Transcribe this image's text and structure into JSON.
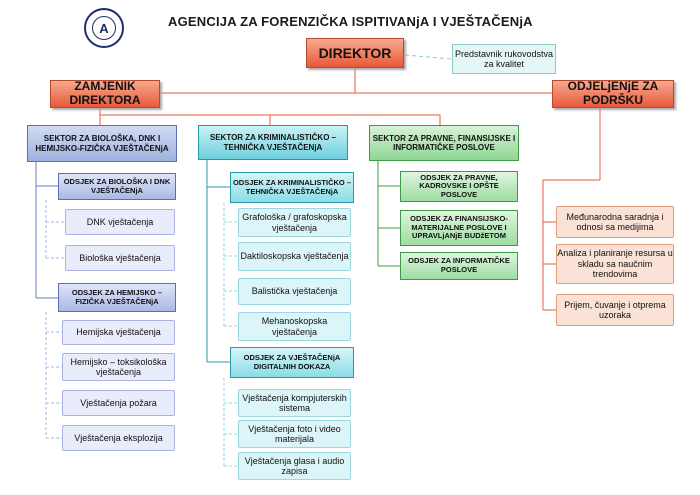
{
  "header": {
    "title": "AGENCIJA ZA FORENZIČKA ISPITIVANjA I VJEŠTAČENjA",
    "logo_glyph": "A",
    "logo_icon": "agency-seal-icon"
  },
  "top": {
    "director": "DIREKTOR",
    "quality_rep": "Predstavnik rukovodstva za kvalitet",
    "deputy": "ZAMJENIK DIREKTORA",
    "support_dept": "ODJELjENjE ZA PODRŠKU"
  },
  "sectors": {
    "bio": {
      "title": "SEKTOR ZA BIOLOŠKA, DNK I HEMIJSKO-FIZIČKA VJEŠTAČENjA",
      "dept1": "ODSJEK ZA BIOLOŠKA I DNK VJEŠTAČENjA",
      "dept1_items": [
        "DNK vještačenja",
        "Biološka vještačenja"
      ],
      "dept2": "ODSJEK ZA HEMIJSKO – FIZIČKA VJEŠTAČENjA",
      "dept2_items": [
        "Hemijska vještačenja",
        "Hemijsko – toksikološka vještačenja",
        "Vještačenja požara",
        "Vještačenja eksplozija"
      ]
    },
    "krim": {
      "title": "SEKTOR ZA KRIMINALISTIČKO –TEHNIČKA VJEŠTAČENjA",
      "dept1": "ODSJEK ZA KRIMINALISTIČKO –TEHNIČKA VJEŠTAČENjA",
      "dept1_items": [
        "Grafološka / grafoskopska vještačenja",
        "Daktiloskopska vještačenja",
        "Balistička vještačenja",
        "Mehanoskopska vještačenja"
      ],
      "dept2": "ODSJEK ZA VJEŠTAČENjA DIGITALNIH DOKAZA",
      "dept2_items": [
        "Vještačenja kompjuterskih sistema",
        "Vještačenja foto i video materijala",
        "Vještačenja glasa i audio zapisa"
      ]
    },
    "legal": {
      "title": "SEKTOR ZA PRAVNE, FINANSIJSKE I INFORMATIČKE POSLOVE",
      "depts": [
        "ODSJEK ZA PRAVNE, KADROVSKE I OPŠTE POSLOVE",
        "ODSJEK ZA FINANSIJSKO-MATERIJALNE POSLOVE I UPRAVLjANjE BUDžETOM",
        "ODSJEK ZA INFORMATIČKE POSLOVE"
      ]
    }
  },
  "support_items": [
    "Međunarodna saradnja i odnosi sa medijima",
    "Analiza i planiranje resursa u skladu sa naučnim trendovima",
    "Prijem, čuvanje i otprema uzoraka"
  ],
  "colors": {
    "orange": "#e8593a",
    "blue": "#9fb1e0",
    "cyan": "#6ecfdc",
    "green": "#8fd693",
    "quality": "#e4f7f6"
  }
}
